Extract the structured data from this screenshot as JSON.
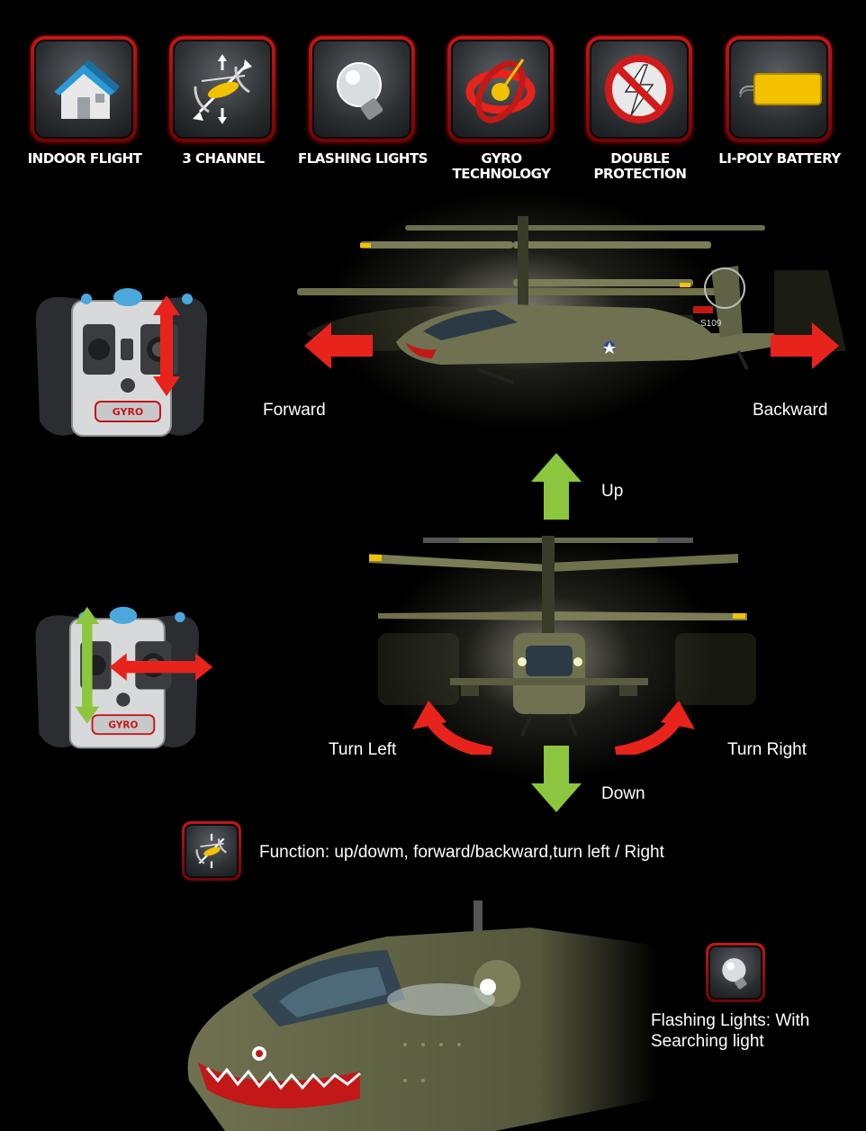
{
  "features": [
    {
      "label": "INDOOR FLIGHT",
      "icon": "house-icon"
    },
    {
      "label": "3 CHANNEL",
      "icon": "helicopter-arrows-icon"
    },
    {
      "label": "FLASHING LIGHTS",
      "icon": "light-bulb-icon"
    },
    {
      "label": "GYRO\nTECHNOLOGY",
      "icon": "gyro-icon"
    },
    {
      "label": "DOUBLE\nPROTECTION",
      "icon": "no-lightning-icon"
    },
    {
      "label": "LI-POLY BATTERY",
      "icon": "battery-icon"
    }
  ],
  "section1": {
    "forward": "Forward",
    "backward": "Backward",
    "up": "Up"
  },
  "section2": {
    "turn_left": "Turn Left",
    "turn_right": "Turn Right",
    "down": "Down"
  },
  "controller": {
    "badge": "GYRO"
  },
  "function_text": "Function: up/dowm, forward/backward,turn left / Right",
  "lights_text_1": "Flashing Lights: With",
  "lights_text_2": "Searching light",
  "colors": {
    "arrow_red": "#e8231c",
    "arrow_green": "#8cc63f",
    "icon_frame": "#b01212",
    "battery": "#f2c200"
  }
}
